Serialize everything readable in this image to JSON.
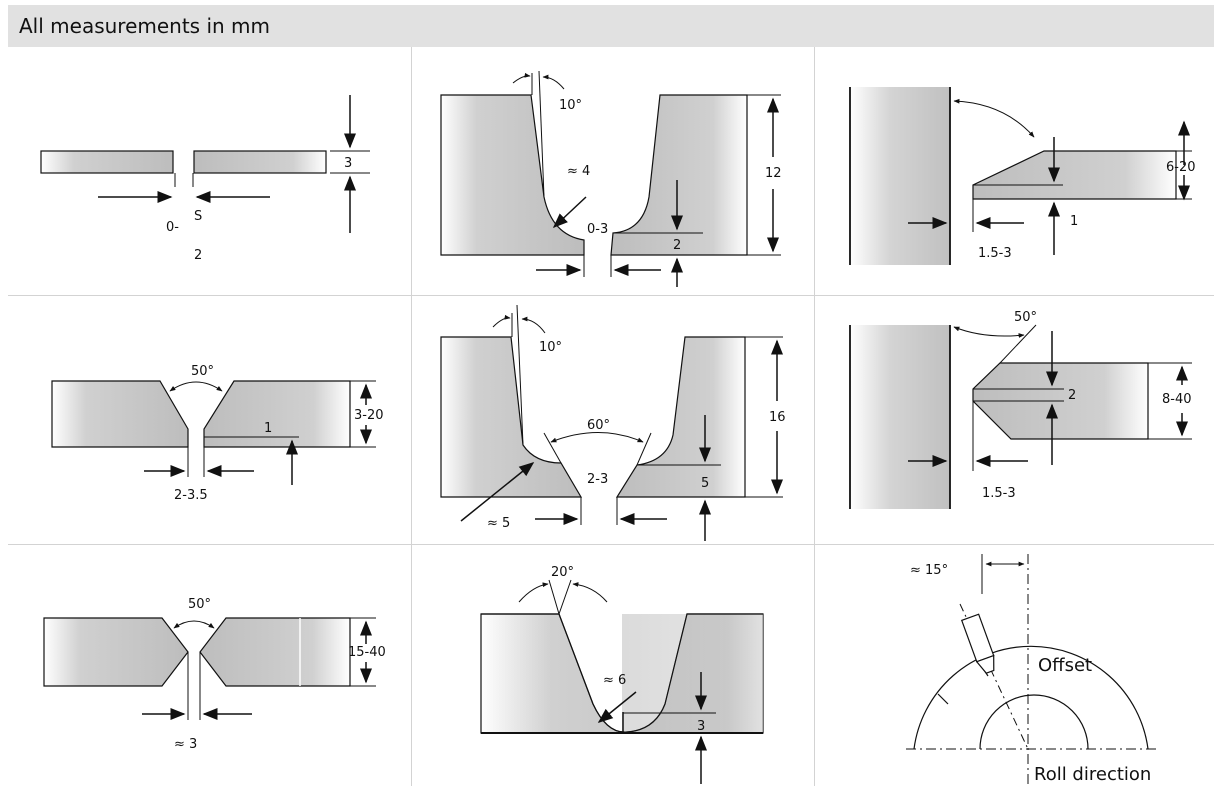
{
  "header": {
    "title": "All measurements in mm"
  },
  "colors": {
    "header_bg": "#e1e1e1",
    "divider": "#d3d3d3",
    "plate_fill": "#c7c7c7",
    "stroke": "#111111"
  },
  "cells": [
    {
      "labels": {
        "gap_a": "0-",
        "gap_b": "S",
        "gap_c": "2",
        "thickness": "3"
      }
    },
    {
      "labels": {
        "angle": "10°",
        "radius": "≈ 4",
        "gap": "0-3",
        "root": "2",
        "thickness": "12"
      }
    },
    {
      "labels": {
        "thickness": "6-20",
        "root": "1",
        "gap": "1.5-3"
      }
    },
    {
      "labels": {
        "angle": "50°",
        "root": "1",
        "thickness": "3-20",
        "gap": "2-3.5"
      }
    },
    {
      "labels": {
        "angle_top": "10°",
        "angle_groove": "60°",
        "radius": "≈ 5",
        "gap": "2-3",
        "root": "5",
        "thickness": "16"
      }
    },
    {
      "labels": {
        "angle": "50°",
        "root": "2",
        "thickness": "8-40",
        "gap": "1.5-3"
      }
    },
    {
      "labels": {
        "angle": "50°",
        "thickness": "15-40",
        "gap": "≈ 3"
      }
    },
    {
      "labels": {
        "angle": "20°",
        "radius": "≈ 6",
        "root": "3"
      }
    },
    {
      "labels": {
        "angle": "≈ 15°",
        "offset": "Offset",
        "roll": "Roll direction"
      }
    }
  ]
}
